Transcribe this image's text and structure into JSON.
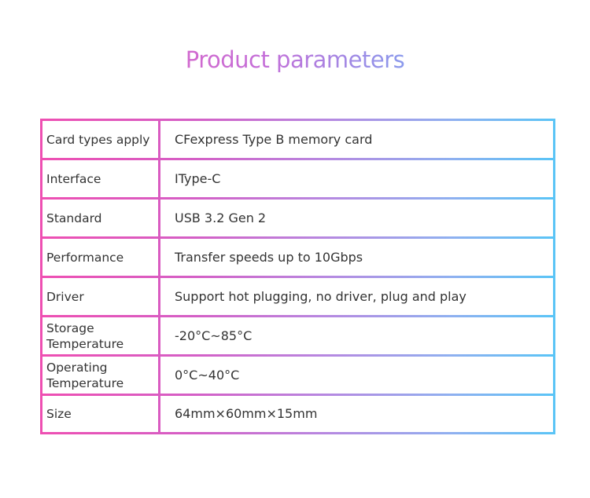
{
  "title": "Product parameters",
  "rows": [
    {
      "label": "Card types apply",
      "value": "CFexpress Type B memory card"
    },
    {
      "label": "Interface",
      "value": "IType-C"
    },
    {
      "label": "Standard",
      "value": "USB 3.2 Gen 2"
    },
    {
      "label": "Performance",
      "value": "Transfer speeds up to 10Gbps"
    },
    {
      "label": "Driver",
      "value": "Support hot plugging, no driver, plug and play"
    },
    {
      "label": "Storage\nTemperature",
      "value": "-20°C~85°C"
    },
    {
      "label": "Operating\nTemperature",
      "value": "0°C~40°C"
    },
    {
      "label": "Size",
      "value": "64mm×60mm×15mm"
    }
  ],
  "colors": {
    "border_start": "#ee4fb2",
    "border_end": "#5ac4f6",
    "text": "#333333"
  }
}
